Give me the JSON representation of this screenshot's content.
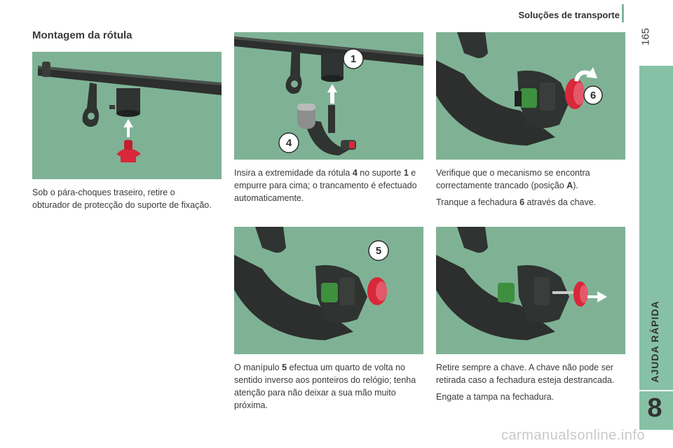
{
  "header": {
    "title": "Soluções de transporte",
    "page_number": "165"
  },
  "sidebar": {
    "section": "AJUDA RÁPIDA",
    "chapter": "8"
  },
  "section_title": "Montagem da rótula",
  "figures": {
    "fig1": {
      "callout": ""
    },
    "fig2": {
      "callout_a": "1",
      "callout_b": "4"
    },
    "fig3": {
      "callout": "6"
    },
    "fig4": {
      "callout": "5"
    },
    "fig5": {
      "callout": ""
    }
  },
  "captions": {
    "c1": {
      "text": "Sob o pára-choques traseiro, retire o obturador de protecção do suporte de fixação."
    },
    "c2": {
      "t1": "Insira a extremidade da rótula ",
      "b1": "4",
      "t2": " no suporte ",
      "b2": "1",
      "t3": " e empurre para cima; o trancamento é efectuado automaticamente."
    },
    "c3": {
      "t1": "Verifique que o mecanismo se encontra correctamente trancado (posição ",
      "b1": "A",
      "t2": ").",
      "p2_t1": "Tranque a fechadura ",
      "p2_b1": "6",
      "p2_t2": " através da chave."
    },
    "c4": {
      "t1": "O manípulo ",
      "b1": "5",
      "t2": " efectua um quarto de volta no sentido inverso aos ponteiros do relógio; tenha atenção para não deixar a sua mão muito próxima."
    },
    "c5": {
      "p1": "Retire sempre a chave. A chave não pode ser retirada caso a fechadura esteja destrancada.",
      "p2": "Engate a tampa na fechadura."
    }
  },
  "watermark": "carmanualsonline.info",
  "colors": {
    "figure_bg": "#7fb295",
    "sidebar": "#86c1a5",
    "callout": "#ffffff",
    "red_part": "#d8283a"
  }
}
